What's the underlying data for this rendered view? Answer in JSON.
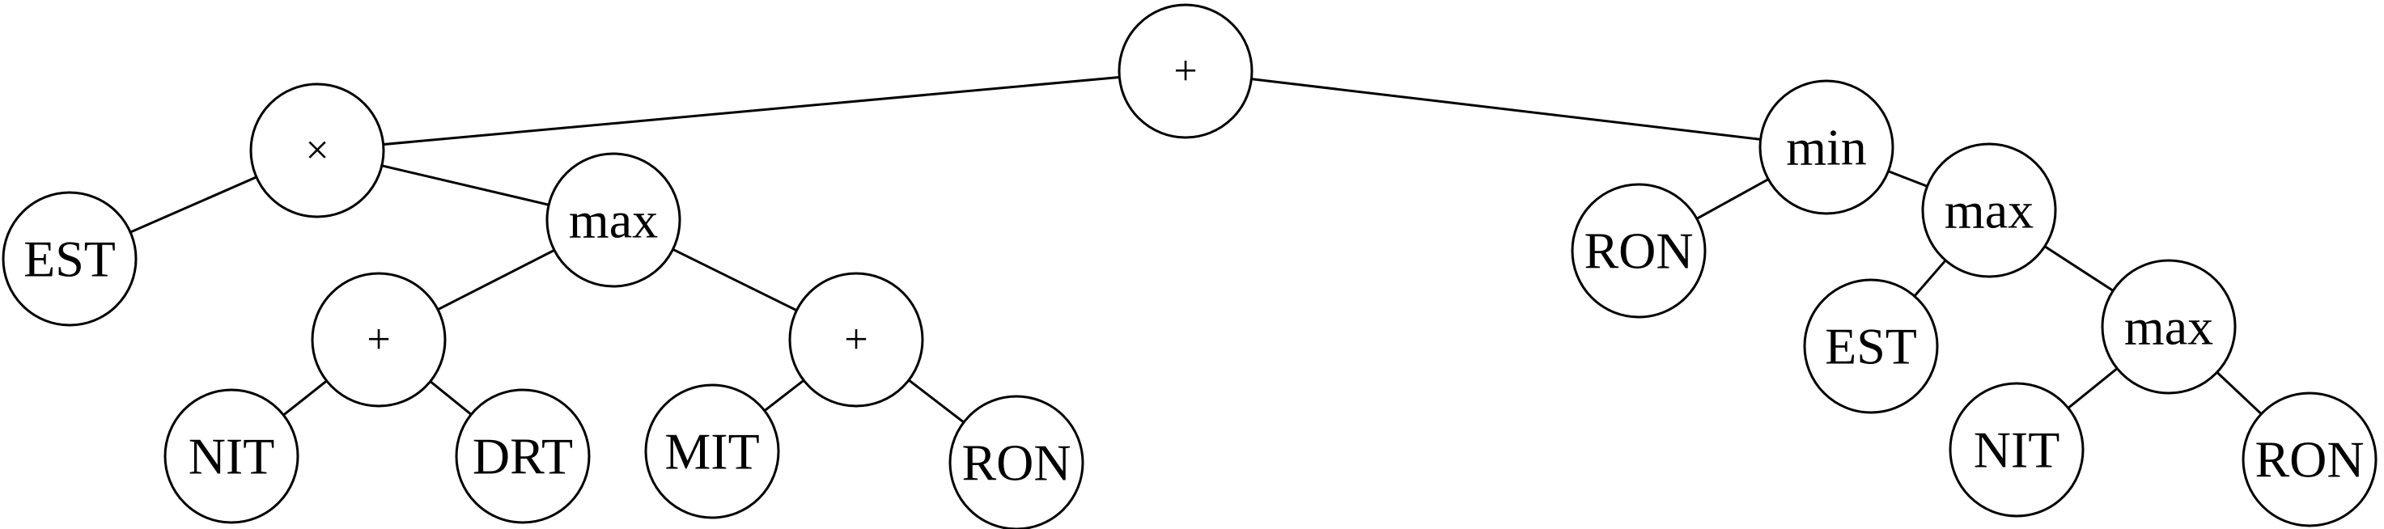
{
  "diagram": {
    "type": "expression-tree",
    "nodes": [
      {
        "id": "root",
        "label": "+"
      },
      {
        "id": "mul",
        "label": "×"
      },
      {
        "id": "est1",
        "label": "EST"
      },
      {
        "id": "max1",
        "label": "max"
      },
      {
        "id": "plus1",
        "label": "+"
      },
      {
        "id": "nit1",
        "label": "NIT"
      },
      {
        "id": "drt",
        "label": "DRT"
      },
      {
        "id": "plus2",
        "label": "+"
      },
      {
        "id": "mit",
        "label": "MIT"
      },
      {
        "id": "ron1",
        "label": "RON"
      },
      {
        "id": "min",
        "label": "min"
      },
      {
        "id": "ron2",
        "label": "RON"
      },
      {
        "id": "max2",
        "label": "max"
      },
      {
        "id": "est2",
        "label": "EST"
      },
      {
        "id": "max3",
        "label": "max"
      },
      {
        "id": "nit2",
        "label": "NIT"
      },
      {
        "id": "ron3",
        "label": "RON"
      }
    ],
    "edges": [
      [
        "root",
        "mul"
      ],
      [
        "root",
        "min"
      ],
      [
        "mul",
        "est1"
      ],
      [
        "mul",
        "max1"
      ],
      [
        "max1",
        "plus1"
      ],
      [
        "max1",
        "plus2"
      ],
      [
        "plus1",
        "nit1"
      ],
      [
        "plus1",
        "drt"
      ],
      [
        "plus2",
        "mit"
      ],
      [
        "plus2",
        "ron1"
      ],
      [
        "min",
        "ron2"
      ],
      [
        "min",
        "max2"
      ],
      [
        "max2",
        "est2"
      ],
      [
        "max2",
        "max3"
      ],
      [
        "max3",
        "nit2"
      ],
      [
        "max3",
        "ron3"
      ]
    ]
  }
}
